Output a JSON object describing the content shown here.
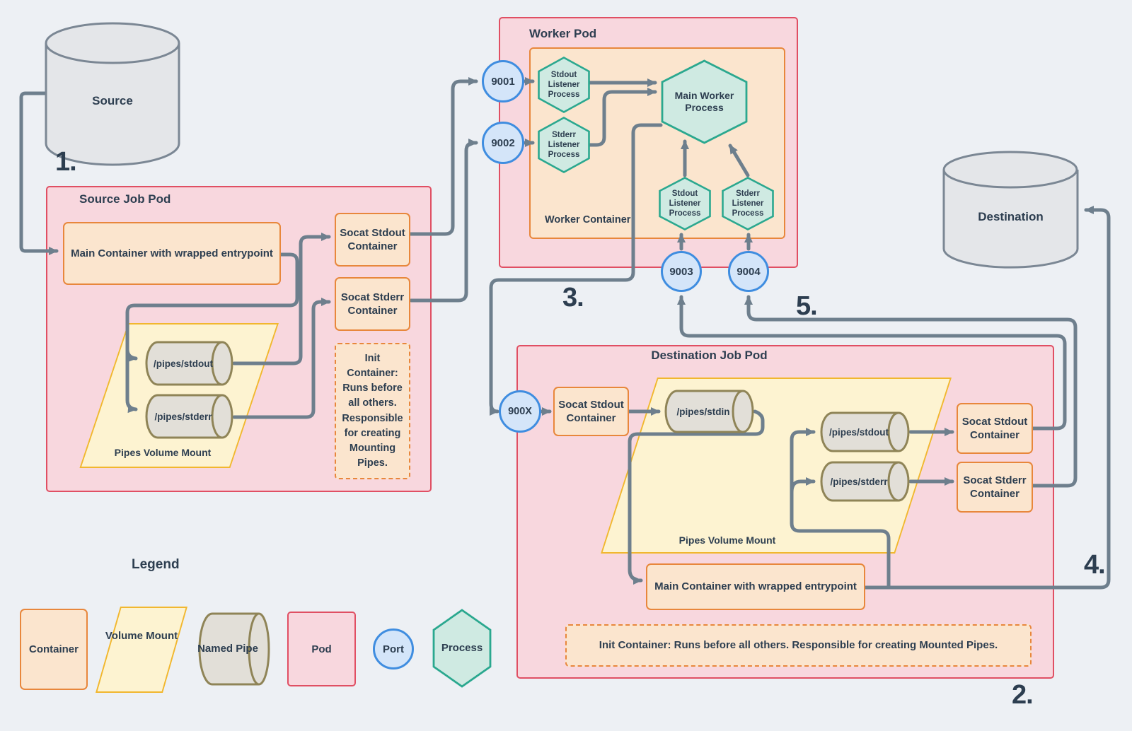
{
  "steps": {
    "one": "1.",
    "two": "2.",
    "three": "3.",
    "four": "4.",
    "five": "5."
  },
  "source": {
    "db": "Source",
    "pod": "Source Job Pod",
    "main": "Main Container with wrapped entrypoint",
    "socat_stdout": "Socat Stdout Container",
    "socat_stderr": "Socat Stderr Container",
    "mount": "Pipes Volume Mount",
    "pipe_stdout": "/pipes/stdout",
    "pipe_stderr": "/pipes/stderr",
    "init": "Init Container: Runs before all others. Responsible for creating Mounting Pipes."
  },
  "worker": {
    "pod": "Worker Pod",
    "container": "Worker Container",
    "port_stdout": "9001",
    "port_stderr": "9002",
    "stdout_listener": "Stdout Listener Process",
    "stderr_listener": "Stderr Listener Process",
    "main_process": "Main Worker Process",
    "stdout_listener2": "Stdout Listener Process",
    "stderr_listener2": "Stderr Listener Process",
    "port_stdout_in": "9003",
    "port_stderr_in": "9004"
  },
  "destination": {
    "db": "Destination",
    "pod": "Destination Job Pod",
    "port_in": "900X",
    "socat_in": "Socat Stdout Container",
    "pipe_stdin": "/pipes/stdin",
    "pipe_stdout": "/pipes/stdout",
    "pipe_stderr": "/pipes/stderr",
    "socat_stdout": "Socat Stdout Container",
    "socat_stderr": "Socat Stderr Container",
    "main": "Main Container with wrapped entrypoint",
    "mount": "Pipes Volume Mount",
    "init": "Init Container: Runs before all others. Responsible for creating Mounted Pipes."
  },
  "legend": {
    "title": "Legend",
    "container": "Container",
    "volume": "Volume Mount",
    "pipe": "Named Pipe",
    "pod": "Pod",
    "port": "Port",
    "process": "Process"
  },
  "colors": {
    "background": "#edf0f4",
    "pod_fill": "#f8d7de",
    "pod_border": "#e04f63",
    "container_fill": "#fbe5ce",
    "container_border": "#e8873c",
    "volume_fill": "#fdf3d1",
    "volume_border": "#f1b72f",
    "pipe_fill": "#e2dfd8",
    "pipe_border": "#8f8457",
    "port_fill": "#d4e5f9",
    "port_border": "#3f8de0",
    "process_fill": "#cfeae2",
    "process_border": "#2ba88f",
    "db_fill": "#e4e6e9",
    "db_border": "#7b8794",
    "edge": "#6e7f8d",
    "text": "#2d3e50"
  }
}
